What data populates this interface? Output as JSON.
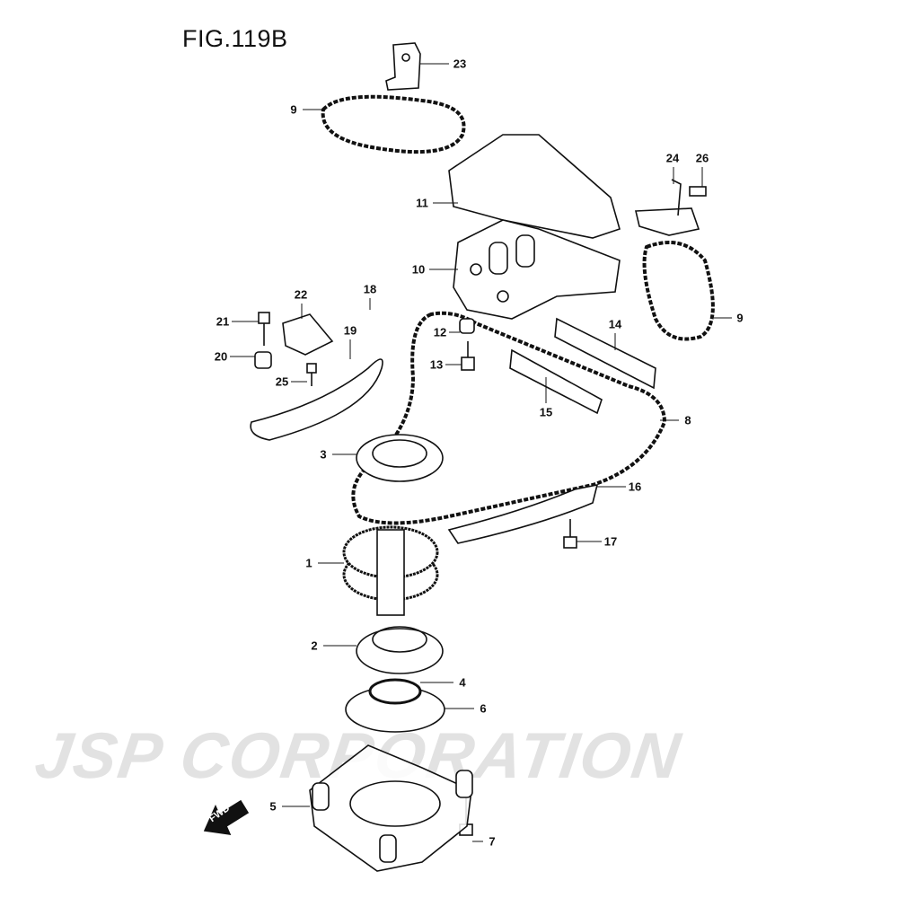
{
  "figure_title": "FIG.119B",
  "watermark": "JSP CORPORATION",
  "direction_marker": "FWD",
  "callouts": [
    "23",
    "9",
    "11",
    "24",
    "26",
    "10",
    "22",
    "18",
    "21",
    "19",
    "12",
    "14",
    "9",
    "20",
    "25",
    "13",
    "15",
    "8",
    "3",
    "16",
    "17",
    "1",
    "2",
    "4",
    "6",
    "5",
    "7"
  ]
}
